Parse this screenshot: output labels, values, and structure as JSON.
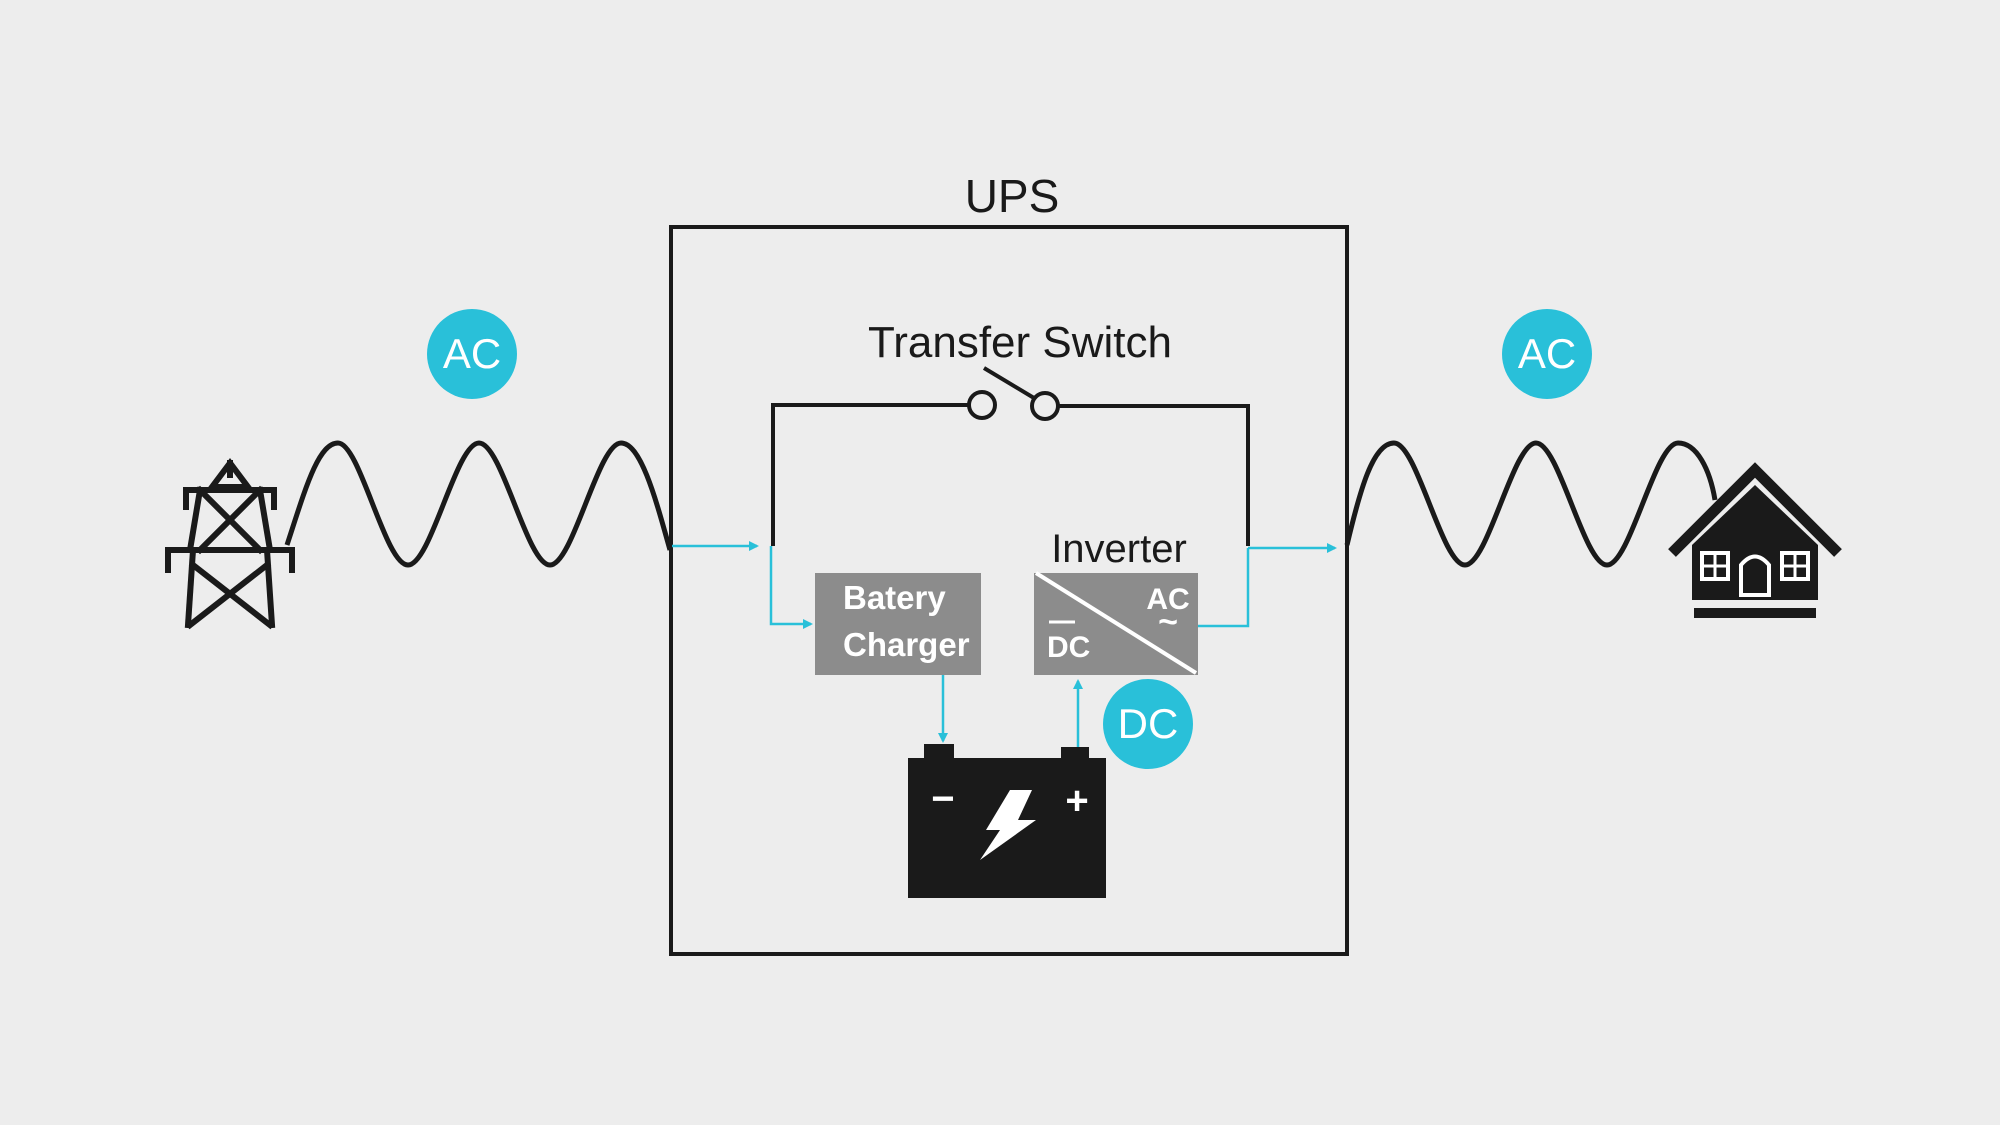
{
  "colors": {
    "background": "#ededed",
    "line": "#1a1a1a",
    "accent": "#29c0d9",
    "module": "#8c8c8c"
  },
  "ups_label": "UPS",
  "transfer_switch_label": "Transfer Switch",
  "input_badge": "AC",
  "output_badge": "AC",
  "dc_badge": "DC",
  "charger": {
    "line1": "Batery",
    "line2": "Charger"
  },
  "inverter": {
    "label": "Inverter",
    "ac_label": "AC",
    "ac_symbol": "~",
    "dc_label": "DC"
  },
  "battery": {
    "minus": "−",
    "plus": "+"
  },
  "icons": {
    "grid": "power-tower-icon",
    "home": "house-icon",
    "battery": "battery-icon"
  }
}
